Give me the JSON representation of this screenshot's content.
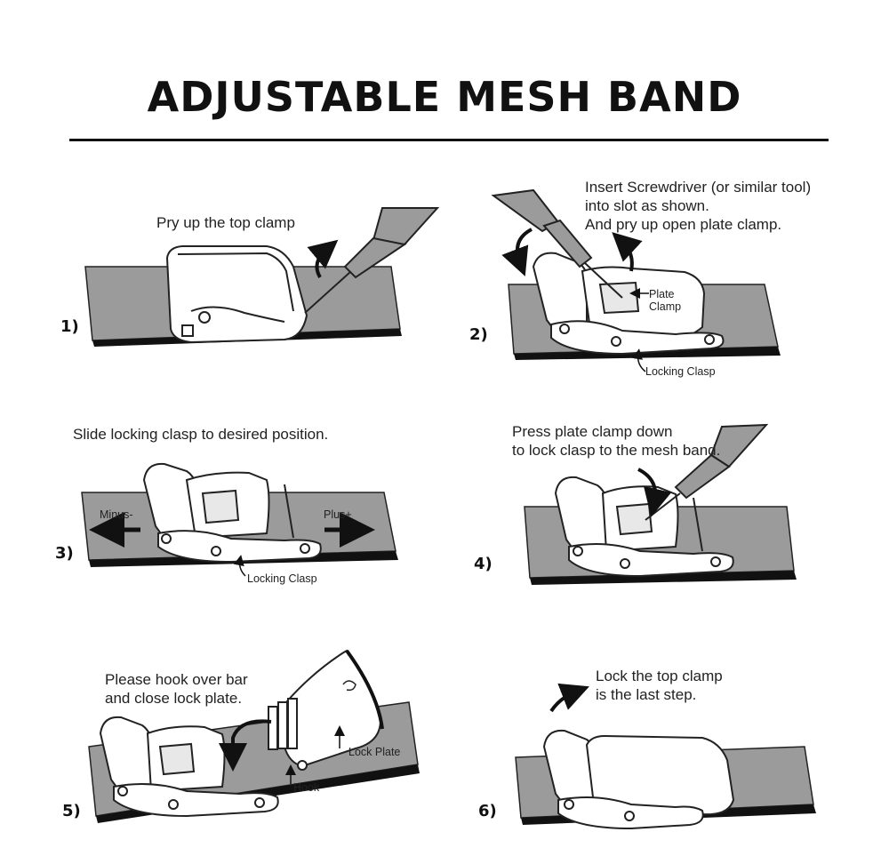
{
  "title": "ADJUSTABLE MESH BAND",
  "steps": [
    {
      "number": "1)",
      "text": "Pry up the top clamp"
    },
    {
      "number": "2)",
      "text": "Insert Screwdriver (or similar tool)\ninto slot as shown.\nAnd pry up open plate clamp.",
      "labels": {
        "plate_clamp": "Plate\nClamp",
        "locking_clasp": "Locking Clasp"
      }
    },
    {
      "number": "3)",
      "text": "Slide locking clasp to desired position.",
      "labels": {
        "minus": "Minus-",
        "plus": "Plus+",
        "locking_clasp": "Locking Clasp"
      }
    },
    {
      "number": "4)",
      "text": "Press plate clamp down\nto lock clasp to the mesh band."
    },
    {
      "number": "5)",
      "text": "Please hook over bar\nand close lock plate.",
      "labels": {
        "lock_plate": "Lock Plate",
        "hook": "Hook"
      }
    },
    {
      "number": "6)",
      "text": "Lock the top clamp\nis the last step."
    }
  ],
  "colors": {
    "band": "#9b9b9b",
    "line": "#1a1a1a",
    "clasp": "#ffffff"
  }
}
